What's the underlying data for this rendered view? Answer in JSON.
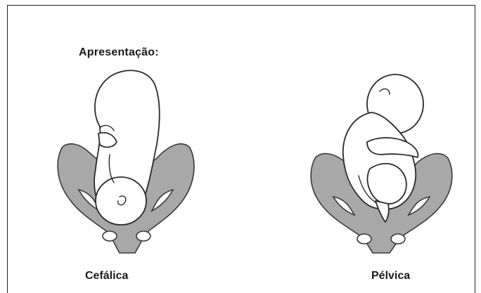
{
  "heading": "Apresentação:",
  "figures": [
    {
      "label": "Cefálica"
    },
    {
      "label": "Pélvica"
    }
  ]
}
